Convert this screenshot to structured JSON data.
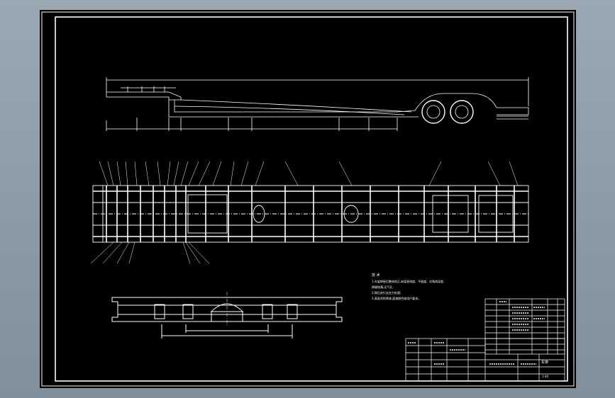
{
  "colors": {
    "background": "#8a9aa6",
    "paper": "#000000",
    "lines": "#ffffff"
  },
  "notes": {
    "title": "技 术",
    "lines": [
      "1.车架焊接后整体校正,纵梁直线度、平面度、对角线误差,",
      "  焊缝饱满,无气孔;",
      "2.焊后进行去应力处理;",
      "3.表面涂防锈漆,面漆颜色按用户要求。"
    ]
  },
  "title_block": {
    "drawing_name": "车架",
    "scale": "1:40"
  }
}
